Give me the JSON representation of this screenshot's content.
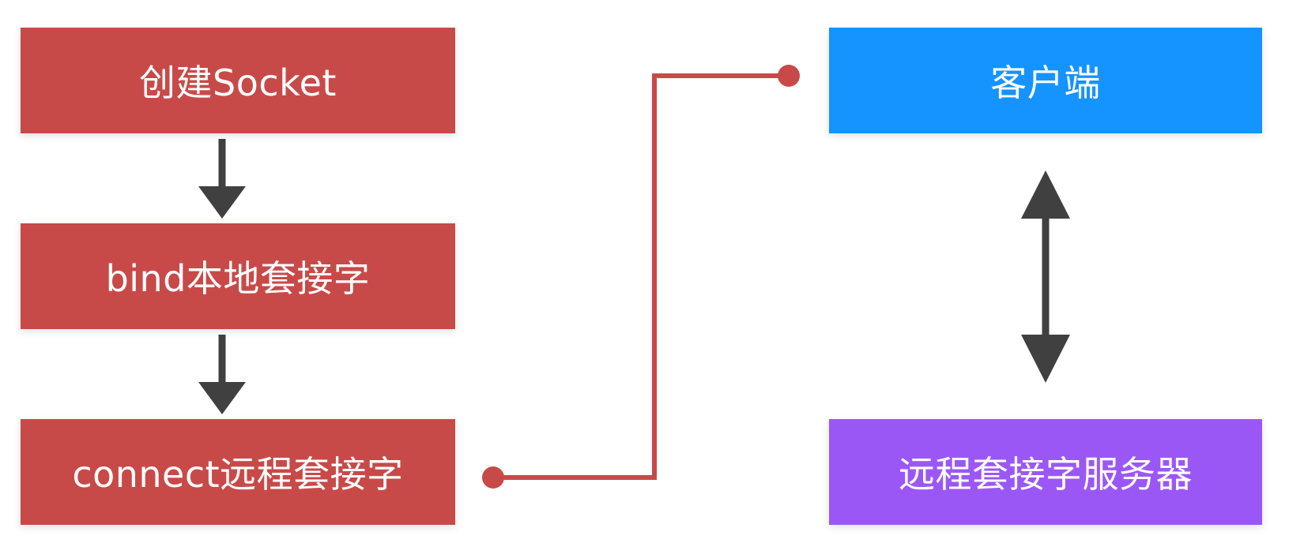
{
  "diagram": {
    "nodes": {
      "create_socket": {
        "label": "创建Socket",
        "color": "#c84a48"
      },
      "bind_local": {
        "label": "bind本地套接字",
        "color": "#c84a48"
      },
      "connect_remote": {
        "label": "connect远程套接字",
        "color": "#c84a48"
      },
      "client": {
        "label": "客户端",
        "color": "#1593ff"
      },
      "remote_server": {
        "label": "远程套接字服务器",
        "color": "#9b57f6"
      }
    },
    "edges": [
      {
        "from": "create_socket",
        "to": "bind_local",
        "style": "arrow"
      },
      {
        "from": "bind_local",
        "to": "connect_remote",
        "style": "arrow"
      },
      {
        "from": "connect_remote",
        "to": "client",
        "style": "elbow-connector-dots",
        "color": "#c84a48"
      },
      {
        "from": "client",
        "to": "remote_server",
        "style": "double-arrow"
      }
    ],
    "arrow_color": "#404040"
  }
}
